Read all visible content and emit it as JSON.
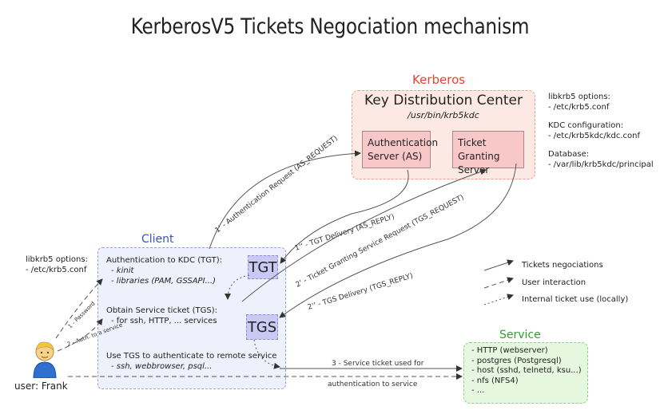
{
  "title": "KerberosV5 Tickets Negociation mechanism",
  "kerberos": {
    "heading": "Kerberos",
    "kdc_title": "Key Distribution Center",
    "kdc_path": "/usr/bin/krb5kdc",
    "as_line1": "Authentication",
    "as_line2": "Server (AS)",
    "tgs_line1": "Ticket Granting",
    "tgs_line2": "Server"
  },
  "server_notes": {
    "l1": "libkrb5 options:",
    "l2": "- /etc/krb5.conf",
    "l3": "KDC configuration:",
    "l4": "- /etc/krb5kdc/kdc.conf",
    "l5": "Database:",
    "l6": "- /var/lib/krb5kdc/principal"
  },
  "client": {
    "heading": "Client",
    "auth_title": "Authentication to KDC (TGT):",
    "auth_item1": "- kinit",
    "auth_item2": "- libraries (PAM, GSSAPI...)",
    "obtain_title": "Obtain Service ticket (TGS):",
    "obtain_item1": "- for ssh, HTTP, ... services",
    "use_title": "Use TGS to authenticate to remote service",
    "use_item1": "- ssh, webbrowser, psql...",
    "tgt": "TGT",
    "tgs": "TGS"
  },
  "client_notes": {
    "l1": "libkrb5 options:",
    "l2": "- /etc/krb5.conf"
  },
  "user": {
    "label": "user: Frank",
    "icon": "user-icon"
  },
  "arrows": {
    "as_request": "1' - Authentication Request (AS_REQUEST)",
    "as_reply": "1'' - TGT Delivery (AS_REPLY)",
    "tgs_request": "2' - Ticket Granting Service Request (TGS_REQUEST)",
    "tgs_reply": "2'' - TGS Delivery (TGS_REPLY)",
    "password": "1 - Password",
    "auth_service": "2 - Auth. to a service",
    "service_ticket": "3 - Service ticket used for",
    "auth_to_service": "authentication to service"
  },
  "legend": {
    "solid": "Tickets negociations",
    "dashed": "User interaction",
    "dotted": "Internal ticket use (locally)"
  },
  "service": {
    "heading": "Service",
    "items": [
      "- HTTP (webserver)",
      "- postgres (Postgresql)",
      "- host (sshd, telnetd, ksu...)",
      "- nfs (NFS4)",
      "- ..."
    ]
  },
  "colors": {
    "kerberos_heading": "#e8412c",
    "client_heading": "#3953c8",
    "service_heading": "#2f9e2f"
  }
}
